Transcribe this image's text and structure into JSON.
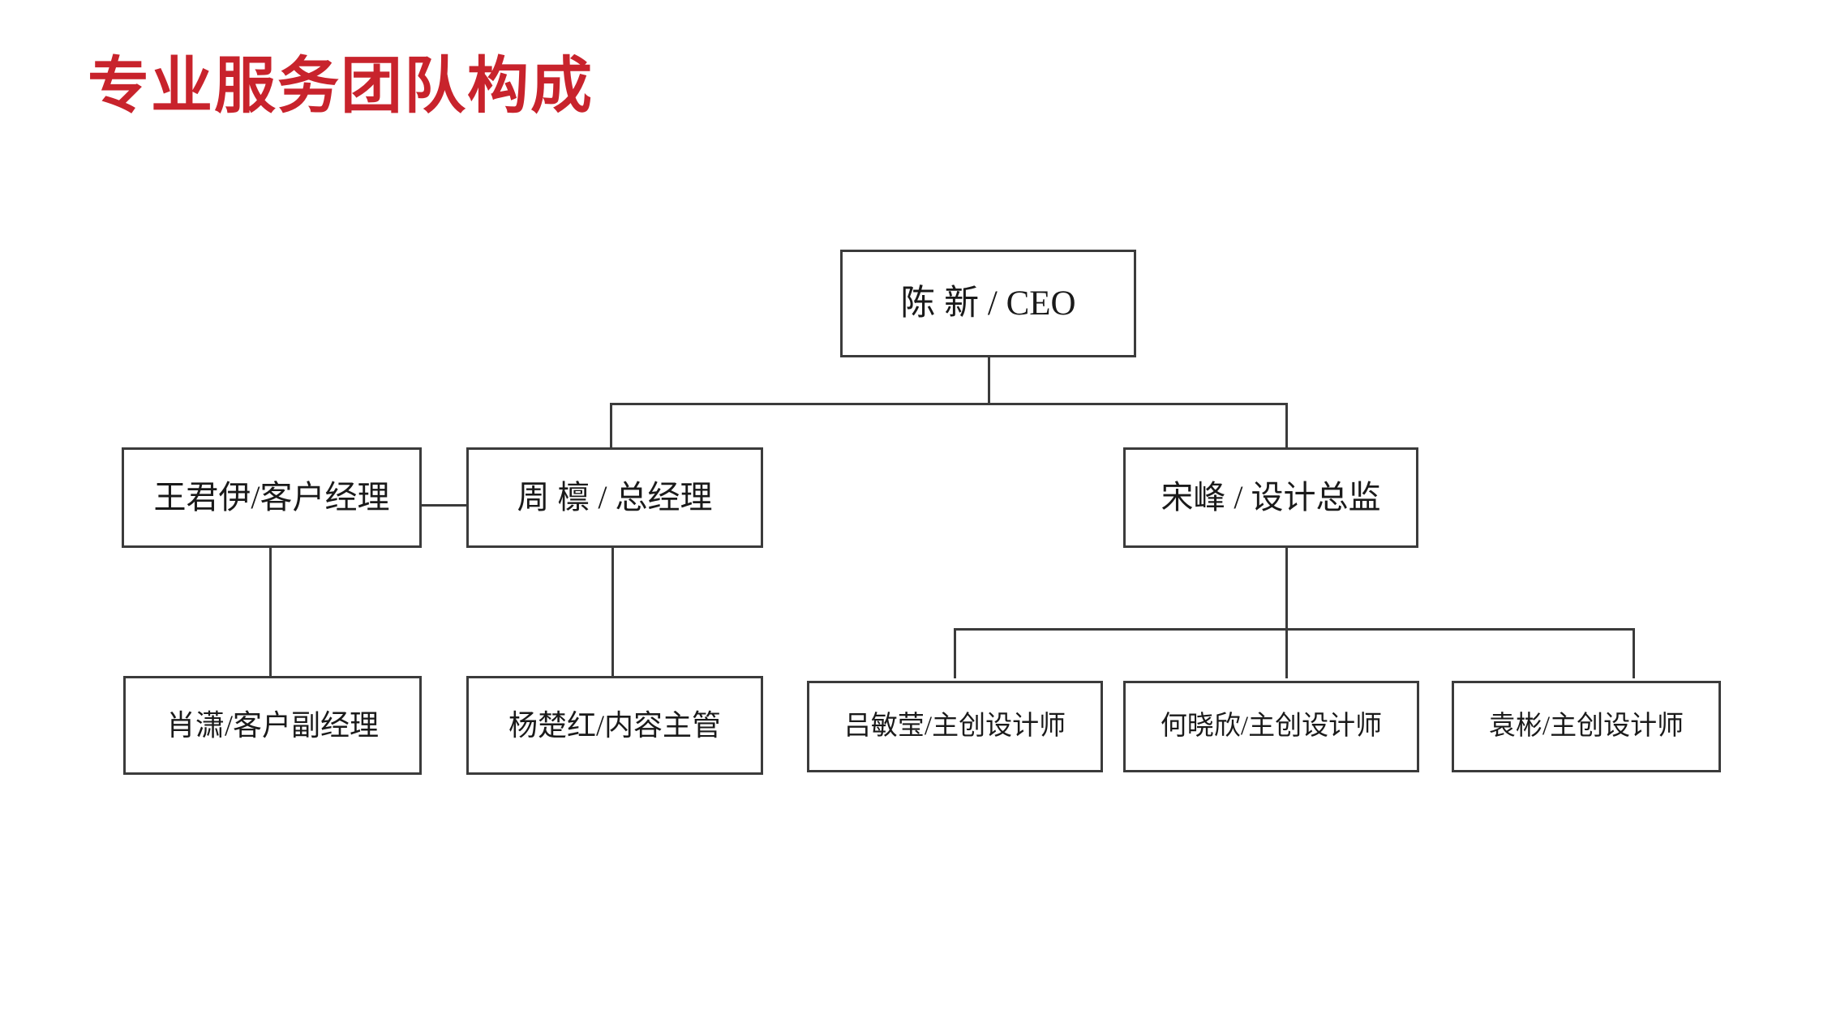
{
  "slide": {
    "title": "专业服务团队构成",
    "title_color": "#c8232c",
    "background_color": "#ffffff",
    "line_color": "#3b3b3b"
  },
  "org_chart": {
    "type": "org-chart",
    "levels": [
      {
        "level": 1,
        "nodes": [
          {
            "id": "ceo",
            "name": "陈新",
            "role": "CEO",
            "label": "陈 新 / CEO"
          }
        ]
      },
      {
        "level": 2,
        "nodes": [
          {
            "id": "account-manager",
            "name": "王君伊",
            "role": "客户经理",
            "label": "王君伊/客户经理"
          },
          {
            "id": "general-manager",
            "name": "周檩",
            "role": "总经理",
            "label": "周 檩 / 总经理"
          },
          {
            "id": "design-director",
            "name": "宋峰",
            "role": "设计总监",
            "label": "宋峰 / 设计总监"
          }
        ]
      },
      {
        "level": 3,
        "nodes": [
          {
            "id": "deputy-account-manager",
            "name": "肖潇",
            "role": "客户副经理",
            "label": "肖潇/客户副经理"
          },
          {
            "id": "content-supervisor",
            "name": "杨楚红",
            "role": "内容主管",
            "label": "杨楚红/内容主管"
          },
          {
            "id": "lead-designer-1",
            "name": "吕敏莹",
            "role": "主创设计师",
            "label": "吕敏莹/主创设计师"
          },
          {
            "id": "lead-designer-2",
            "name": "何晓欣",
            "role": "主创设计师",
            "label": "何晓欣/主创设计师"
          },
          {
            "id": "lead-designer-3",
            "name": "袁彬",
            "role": "主创设计师",
            "label": "袁彬/主创设计师"
          }
        ]
      }
    ],
    "edges": [
      {
        "from": "ceo",
        "to": "general-manager"
      },
      {
        "from": "ceo",
        "to": "design-director"
      },
      {
        "from": "general-manager",
        "to": "account-manager"
      },
      {
        "from": "account-manager",
        "to": "deputy-account-manager"
      },
      {
        "from": "general-manager",
        "to": "content-supervisor"
      },
      {
        "from": "design-director",
        "to": "lead-designer-1"
      },
      {
        "from": "design-director",
        "to": "lead-designer-2"
      },
      {
        "from": "design-director",
        "to": "lead-designer-3"
      }
    ]
  }
}
